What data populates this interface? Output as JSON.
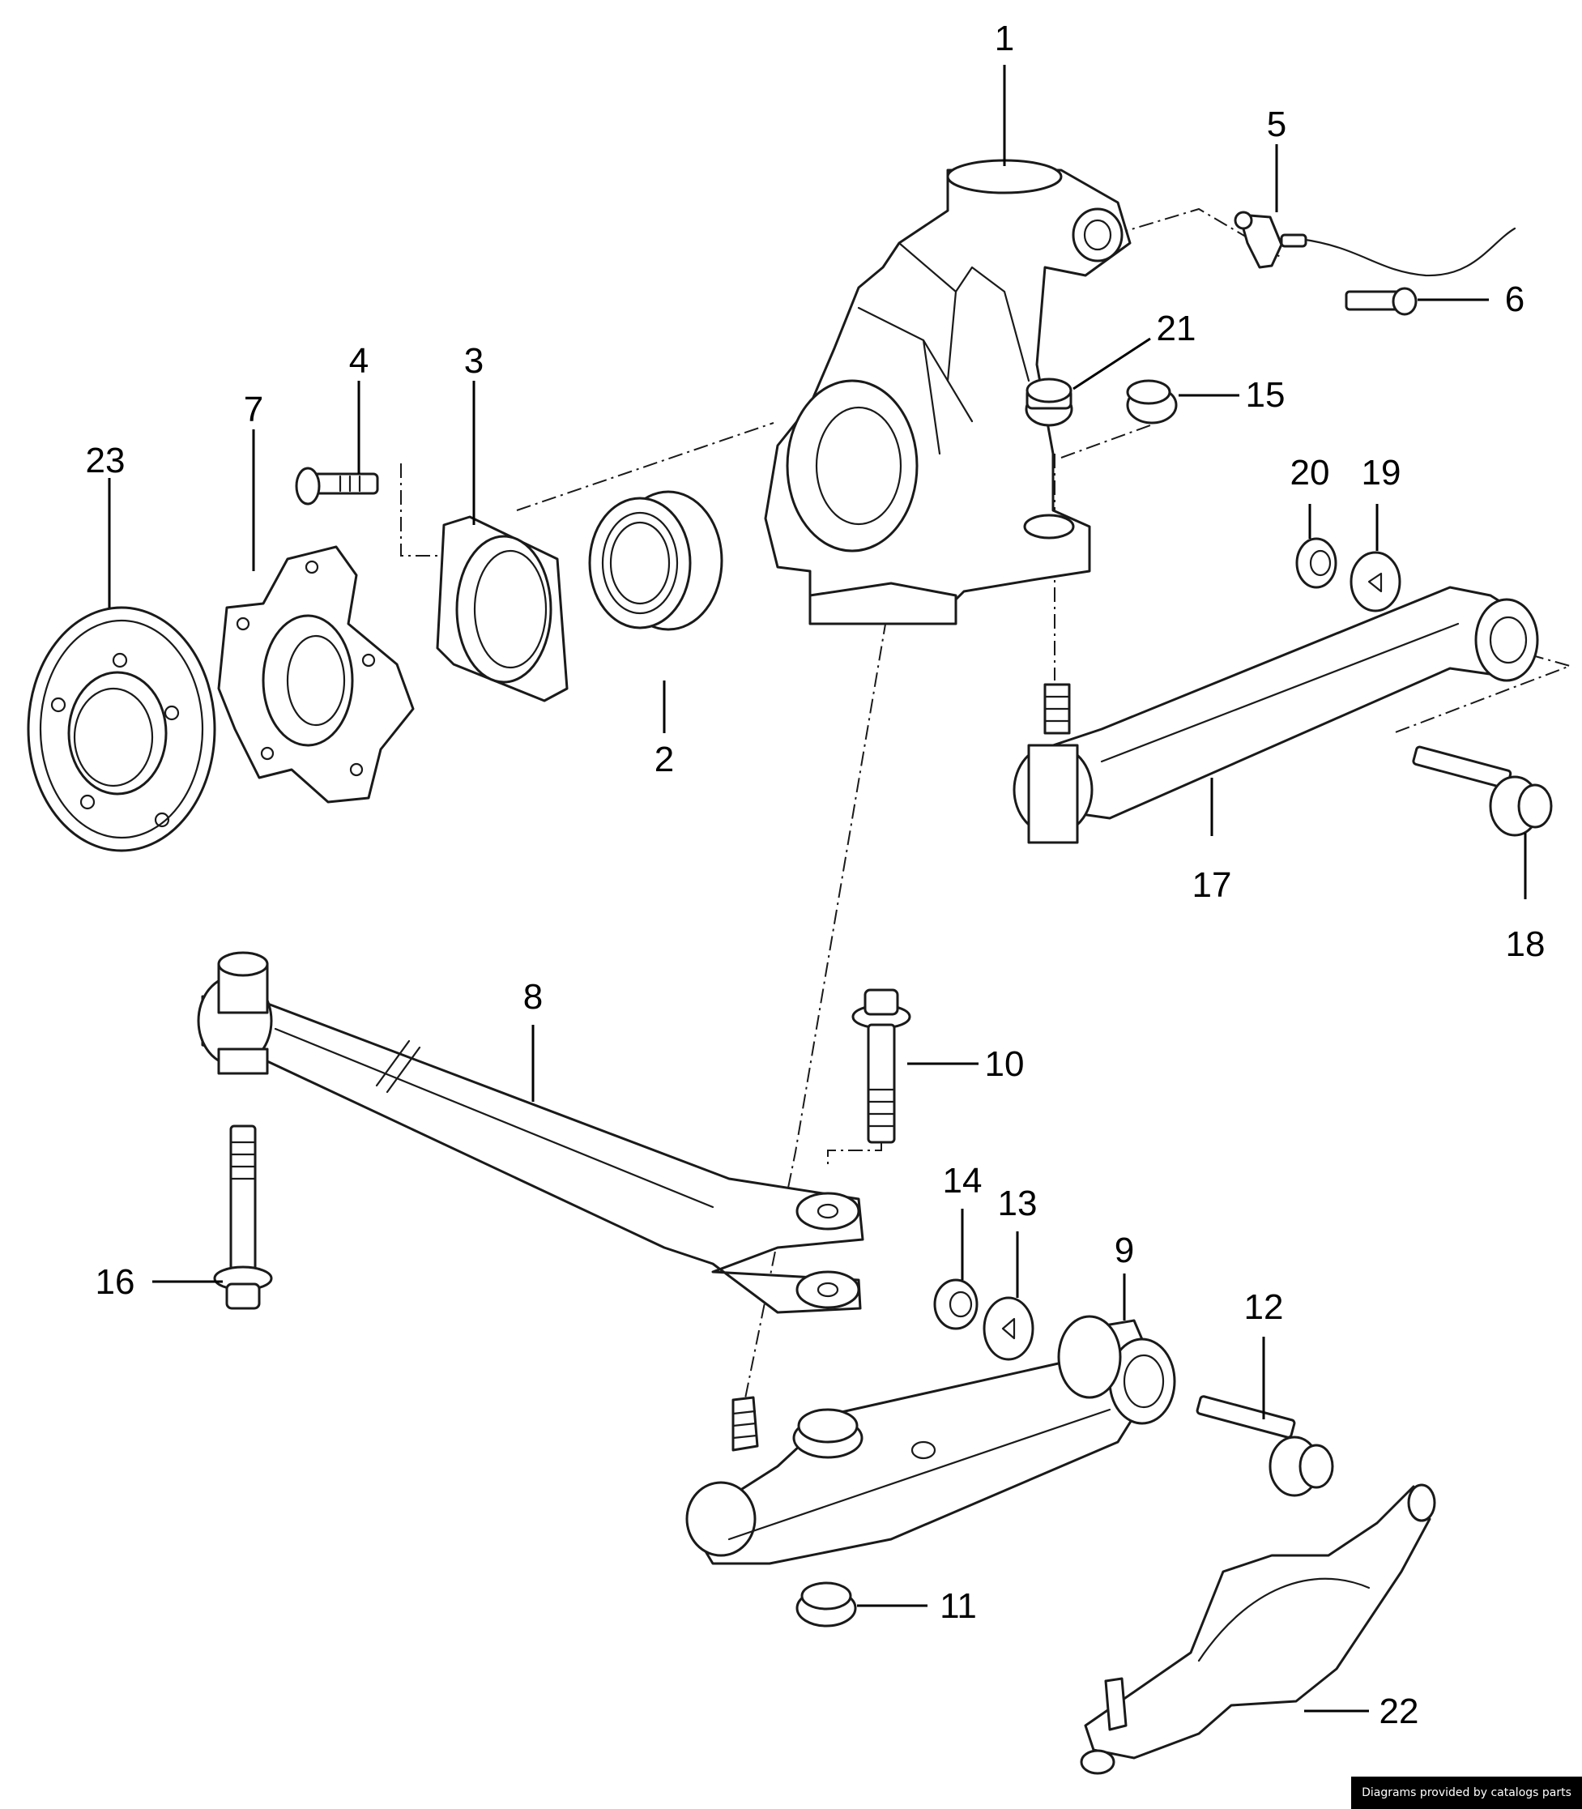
{
  "diagram": {
    "kind": "exploded parts diagram",
    "callouts": [
      {
        "id": "1",
        "label": "1"
      },
      {
        "id": "2",
        "label": "2"
      },
      {
        "id": "3",
        "label": "3"
      },
      {
        "id": "4",
        "label": "4"
      },
      {
        "id": "5",
        "label": "5"
      },
      {
        "id": "6",
        "label": "6"
      },
      {
        "id": "7",
        "label": "7"
      },
      {
        "id": "8",
        "label": "8"
      },
      {
        "id": "9",
        "label": "9"
      },
      {
        "id": "10",
        "label": "10"
      },
      {
        "id": "11",
        "label": "11"
      },
      {
        "id": "12",
        "label": "12"
      },
      {
        "id": "13",
        "label": "13"
      },
      {
        "id": "14",
        "label": "14"
      },
      {
        "id": "15",
        "label": "15"
      },
      {
        "id": "16",
        "label": "16"
      },
      {
        "id": "17",
        "label": "17"
      },
      {
        "id": "18",
        "label": "18"
      },
      {
        "id": "19",
        "label": "19"
      },
      {
        "id": "20",
        "label": "20"
      },
      {
        "id": "21",
        "label": "21"
      },
      {
        "id": "22",
        "label": "22"
      },
      {
        "id": "23",
        "label": "23"
      }
    ]
  },
  "footer": {
    "credit": "Diagrams provided by catalogs parts"
  },
  "colors": {
    "background": "#ffffff",
    "line": "#1a1a1a",
    "banner": "#000000",
    "banner_text": "#ffffff"
  }
}
